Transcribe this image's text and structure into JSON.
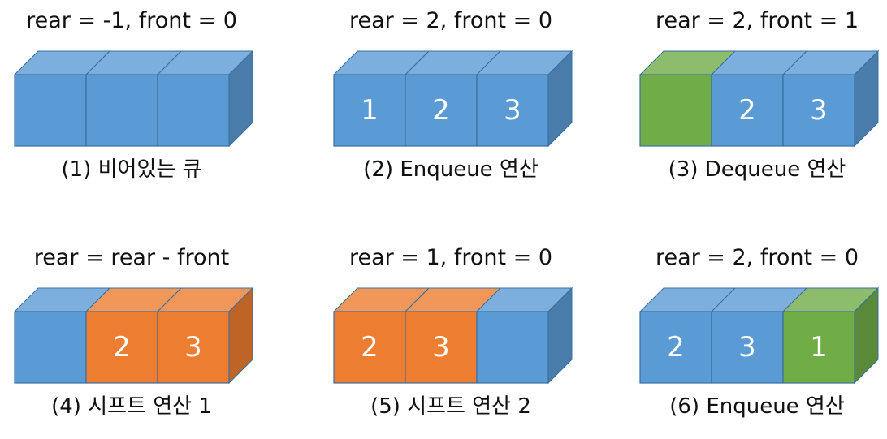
{
  "colors": {
    "empty": "#5b9bd5",
    "shifted": "#ed7d31",
    "dequeued_or_new": "#70ad47",
    "border": "#3a6fa0"
  },
  "panels": [
    {
      "top": "rear = -1, front = 0",
      "bottom": "(1) 비어있는 큐",
      "cells": [
        {
          "color": "empty",
          "label": ""
        },
        {
          "color": "empty",
          "label": ""
        },
        {
          "color": "empty",
          "label": ""
        }
      ]
    },
    {
      "top": "rear = 2, front = 0",
      "bottom": "(2) Enqueue 연산",
      "cells": [
        {
          "color": "empty",
          "label": "1"
        },
        {
          "color": "empty",
          "label": "2"
        },
        {
          "color": "empty",
          "label": "3"
        }
      ]
    },
    {
      "top": "rear = 2, front = 1",
      "bottom": "(3) Dequeue 연산",
      "cells": [
        {
          "color": "dequeued_or_new",
          "label": ""
        },
        {
          "color": "empty",
          "label": "2"
        },
        {
          "color": "empty",
          "label": "3"
        }
      ]
    },
    {
      "top": "rear = rear - front",
      "bottom": "(4) 시프트 연산 1",
      "cells": [
        {
          "color": "empty",
          "label": ""
        },
        {
          "color": "shifted",
          "label": "2"
        },
        {
          "color": "shifted",
          "label": "3"
        }
      ]
    },
    {
      "top": "rear = 1, front = 0",
      "bottom": "(5) 시프트 연산 2",
      "cells": [
        {
          "color": "shifted",
          "label": "2"
        },
        {
          "color": "shifted",
          "label": "3"
        },
        {
          "color": "empty",
          "label": ""
        }
      ]
    },
    {
      "top": "rear = 2, front = 0",
      "bottom": "(6) Enqueue 연산",
      "cells": [
        {
          "color": "empty",
          "label": "2"
        },
        {
          "color": "empty",
          "label": "3"
        },
        {
          "color": "dequeued_or_new",
          "label": "1"
        }
      ]
    }
  ]
}
